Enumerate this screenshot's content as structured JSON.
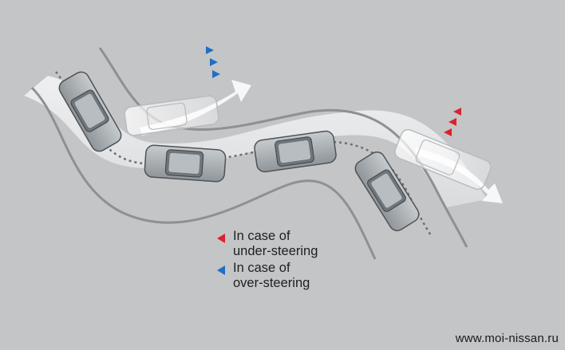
{
  "legend": [
    {
      "line1": "In case of",
      "line2": "under-steering",
      "color": "#d9232d"
    },
    {
      "line1": "In case of",
      "line2": "over-steering",
      "color": "#1f6fc4"
    }
  ],
  "watermark": "www.moi-nissan.ru",
  "colors": {
    "background": "#c4c5c7",
    "road": "#e9eaeb",
    "road_line": "#8e9093",
    "car_body": "#aeb3b6",
    "under_steer_arrow": "#d9232d",
    "over_steer_arrow": "#1f6fc4"
  }
}
